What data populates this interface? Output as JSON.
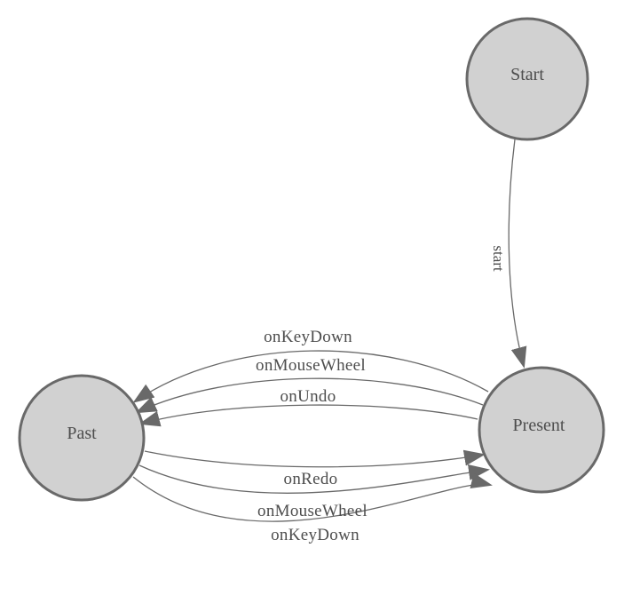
{
  "diagram": {
    "type": "state-machine",
    "nodes": [
      {
        "id": "start",
        "label": "Start"
      },
      {
        "id": "past",
        "label": "Past"
      },
      {
        "id": "present",
        "label": "Present"
      }
    ],
    "edges": [
      {
        "from": "start",
        "to": "present",
        "label": "start"
      },
      {
        "from": "present",
        "to": "past",
        "label": "onKeyDown"
      },
      {
        "from": "present",
        "to": "past",
        "label": "onMouseWheel"
      },
      {
        "from": "present",
        "to": "past",
        "label": "onUndo"
      },
      {
        "from": "past",
        "to": "present",
        "label": "onRedo"
      },
      {
        "from": "past",
        "to": "present",
        "label": "onMouseWheel"
      },
      {
        "from": "past",
        "to": "present",
        "label": "onKeyDown"
      }
    ],
    "colors": {
      "background": "#ffffff",
      "node_fill": "#d1d1d1",
      "node_border": "#696969",
      "edge_line": "#696969",
      "arrowhead": "#696969",
      "label_text": "#4d4d4d"
    }
  }
}
